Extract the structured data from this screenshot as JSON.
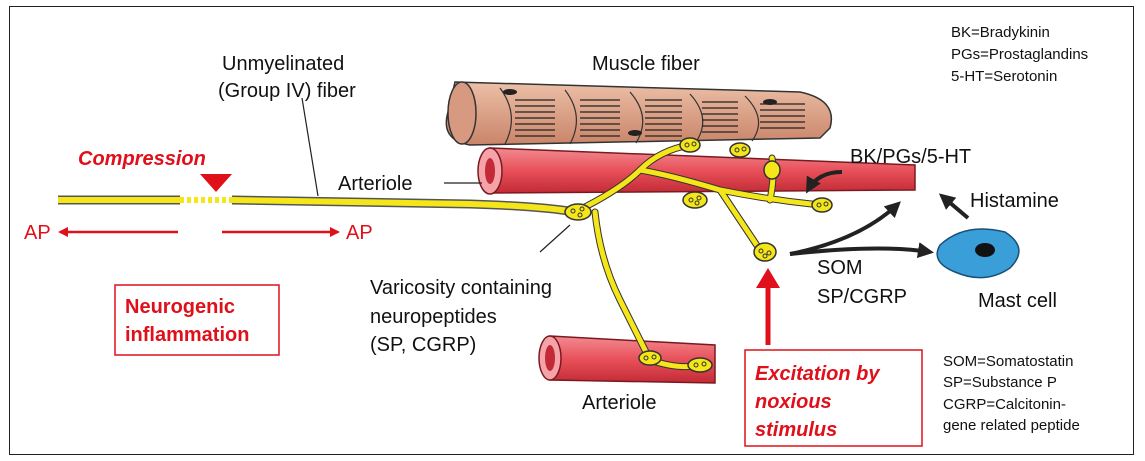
{
  "labels": {
    "muscle_fiber": "Muscle fiber",
    "unmyelinated_1": "Unmyelinated",
    "unmyelinated_2": "(Group IV) fiber",
    "compression": "Compression",
    "arteriole_top": "Arteriole",
    "arteriole_bottom": "Arteriole",
    "bk_pgs_5ht": "BK/PGs/5-HT",
    "histamine": "Histamine",
    "mast_cell": "Mast cell",
    "ap_left": "AP",
    "ap_right": "AP",
    "varicosity_1": "Varicosity containing",
    "varicosity_2": "neuropeptides",
    "varicosity_3": "(SP, CGRP)",
    "som": "SOM",
    "sp_cgrp": "SP/CGRP",
    "neurogenic_1": "Neurogenic",
    "neurogenic_2": "inflammation",
    "excitation_1": "Excitation by",
    "excitation_2": "noxious",
    "excitation_3": "stimulus"
  },
  "legend_top": [
    "BK=Bradykinin",
    "PGs=Prostaglandins",
    "5-HT=Serotonin"
  ],
  "legend_bottom": [
    "SOM=Somatostatin",
    "SP=Substance P",
    "CGRP=Calcitonin-",
    "gene related peptide"
  ],
  "colors": {
    "nerve": "#f5e61a",
    "arrow_red": "#e0101a",
    "arteriole": "#e8505a",
    "muscle": "#d99a7e",
    "mast_cell": "#3a9fd8"
  }
}
